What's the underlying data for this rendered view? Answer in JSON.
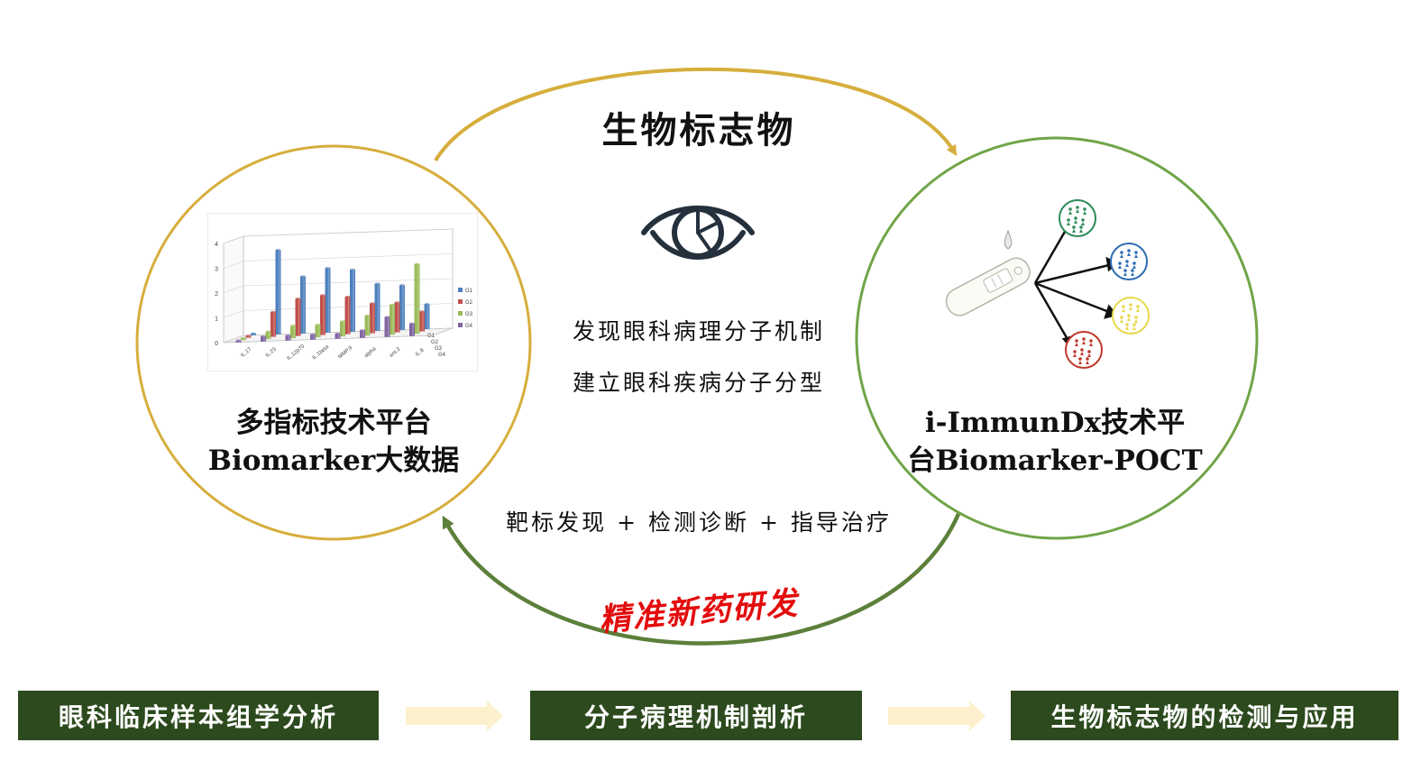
{
  "center": {
    "title": "生物标志物",
    "line1": "发现眼科病理分子机制",
    "line2": "建立眼科疾病分子分型",
    "line3": "靶标发现 + 检测诊断 + 指导治疗",
    "red_text": "精准新药研发"
  },
  "left_circle": {
    "title_line1": "多指标技术平台",
    "title_line2": "Biomarker大数据"
  },
  "right_circle": {
    "title_line1": "i-ImmunDx技术平",
    "title_line2": "台Biomarker-POCT"
  },
  "chart_data": {
    "type": "bar",
    "categories": [
      "IL.17",
      "IL.23",
      "IL.12p70",
      "IL.1beta",
      "MMP.9",
      "alpha",
      "ent.3",
      "IL.8"
    ],
    "series": [
      {
        "name": "G1",
        "values": [
          0,
          3.4,
          2.3,
          2.6,
          2.5,
          1.9,
          1.8,
          1.0
        ]
      },
      {
        "name": "G2",
        "values": [
          0,
          1.0,
          1.5,
          1.6,
          1.5,
          1.2,
          1.2,
          0.8
        ]
      },
      {
        "name": "G3",
        "values": [
          0,
          0.3,
          0.5,
          0.5,
          0.6,
          0.8,
          1.2,
          2.8
        ]
      },
      {
        "name": "G4",
        "values": [
          0,
          0.2,
          0.2,
          0.2,
          0.2,
          0.3,
          0.8,
          0.5
        ]
      }
    ],
    "yticks": [
      "0",
      "1",
      "2",
      "3",
      "4"
    ],
    "ylim": [
      0,
      4
    ],
    "depth_labels": [
      "G1",
      "G2",
      "G3",
      "G4"
    ],
    "colors": [
      "#4e81bd",
      "#c0504d",
      "#9bbb59",
      "#8064a2"
    ]
  },
  "bottom": {
    "box1": "眼科临床样本组学分析",
    "box2": "分子病理机制剖析",
    "box3": "生物标志物的检测与应用"
  },
  "colors": {
    "gold": "#d6ae3c",
    "green": "#70a548",
    "dark_green": "#2c4a1d",
    "arrow_fill": "#fdf1cd",
    "red": "#e30c0c",
    "eye": "#24313c"
  }
}
